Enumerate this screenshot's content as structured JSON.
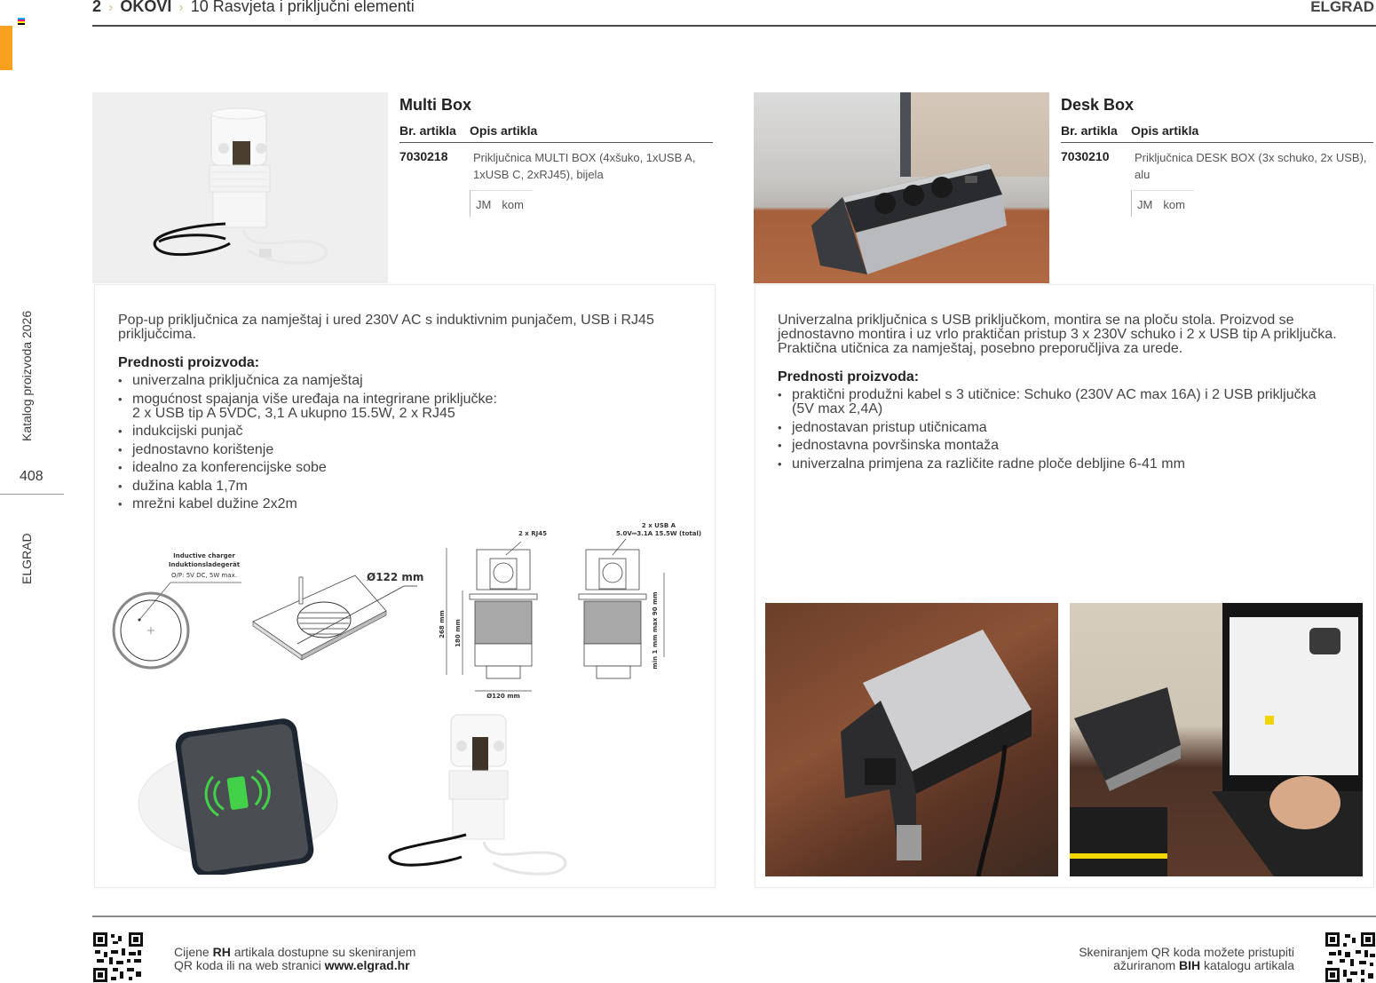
{
  "header": {
    "breadcrumb": [
      {
        "label": "2",
        "bold": true
      },
      {
        "label": "OKOVI",
        "bold": true
      },
      {
        "label": "10  Rasvjeta i priključni elementi",
        "bold": false
      }
    ],
    "separator_icon": "chevron-right-icon",
    "brand": "ELGRAD"
  },
  "sidebar": {
    "catalog_label": "Katalog proizvoda 2026",
    "page_number": "408",
    "brand": "ELGRAD",
    "accent_color": "#f7a11e"
  },
  "products": [
    {
      "title": "Multi Box",
      "col_code": "Br. artikla",
      "col_desc": "Opis artikla",
      "code": "7030218",
      "description": "Priključnica MULTI BOX (4xšuko, 1xUSB A, 1xUSB C, 2xRJ45), bijela",
      "jm_label": "JM",
      "jm_value": "kom",
      "lead": "Pop-up priključnica za namještaj i ured 230V AC s induktivnim punjačem, USB i RJ45 priključcima.",
      "benefits_title": "Prednosti proizvoda:",
      "benefits": [
        "univerzalna priključnica za namještaj",
        "mogućnost spajanja više uređaja na integrirane priključke: 2 x USB tip A 5VDC, 3,1 A ukupno 15.5W, 2 x RJ45",
        "indukcijski punjač",
        "jednostavno korištenje",
        "idealno za konferencijske sobe",
        "dužina kabla 1,7m",
        "mrežni kabel dužine 2x2m"
      ],
      "diagram_labels": {
        "charger_line1": "Inductive charger",
        "charger_line2": "Induktionsladegerät",
        "charger_line3": "O/P: 5V DC, 5W max.",
        "cutout": "Ø122 mm",
        "rj45": "2 x RJ45",
        "usb_line1": "2 x USB A",
        "usb_line2": "5.0V⎓3.1A  15.5W (total)",
        "height_total": "268 mm",
        "height_body": "180 mm",
        "diameter": "Ø120 mm",
        "thickness": "min 1 mm max 90 mm"
      }
    },
    {
      "title": "Desk Box",
      "col_code": "Br. artikla",
      "col_desc": "Opis artikla",
      "code": "7030210",
      "description": "Priključnica DESK BOX (3x schuko, 2x USB), alu",
      "jm_label": "JM",
      "jm_value": "kom",
      "lead": "Univerzalna priključnica s USB priključkom, montira se na ploču stola. Proizvod se jednostavno montira i uz vrlo praktičan pristup 3 x 230V schuko i 2 x USB tip A priključka. Praktična utičnica za namještaj, posebno preporučljiva za urede.",
      "benefits_title": "Prednosti proizvoda:",
      "benefits": [
        "praktični produžni kabel s 3 utičnice: Schuko (230V AC max 16A) i 2 USB priključka (5V max 2,4A)",
        "jednostavan pristup utičnicama",
        "jednostavna površinska montaža",
        "univerzalna primjena za različite radne ploče debljine 6-41 mm"
      ]
    }
  ],
  "footer": {
    "left_line1_pre": "Cijene ",
    "left_line1_bold": "RH",
    "left_line1_post": " artikala dostupne su skeniranjem",
    "left_line2_pre": "QR koda ili na web stranici ",
    "left_line2_bold": "www.elgrad.hr",
    "right_line1": "Skeniranjem QR koda možete pristupiti",
    "right_line2_pre": "ažuriranom ",
    "right_line2_bold": "BIH",
    "right_line2_post": " katalogu artikala"
  }
}
